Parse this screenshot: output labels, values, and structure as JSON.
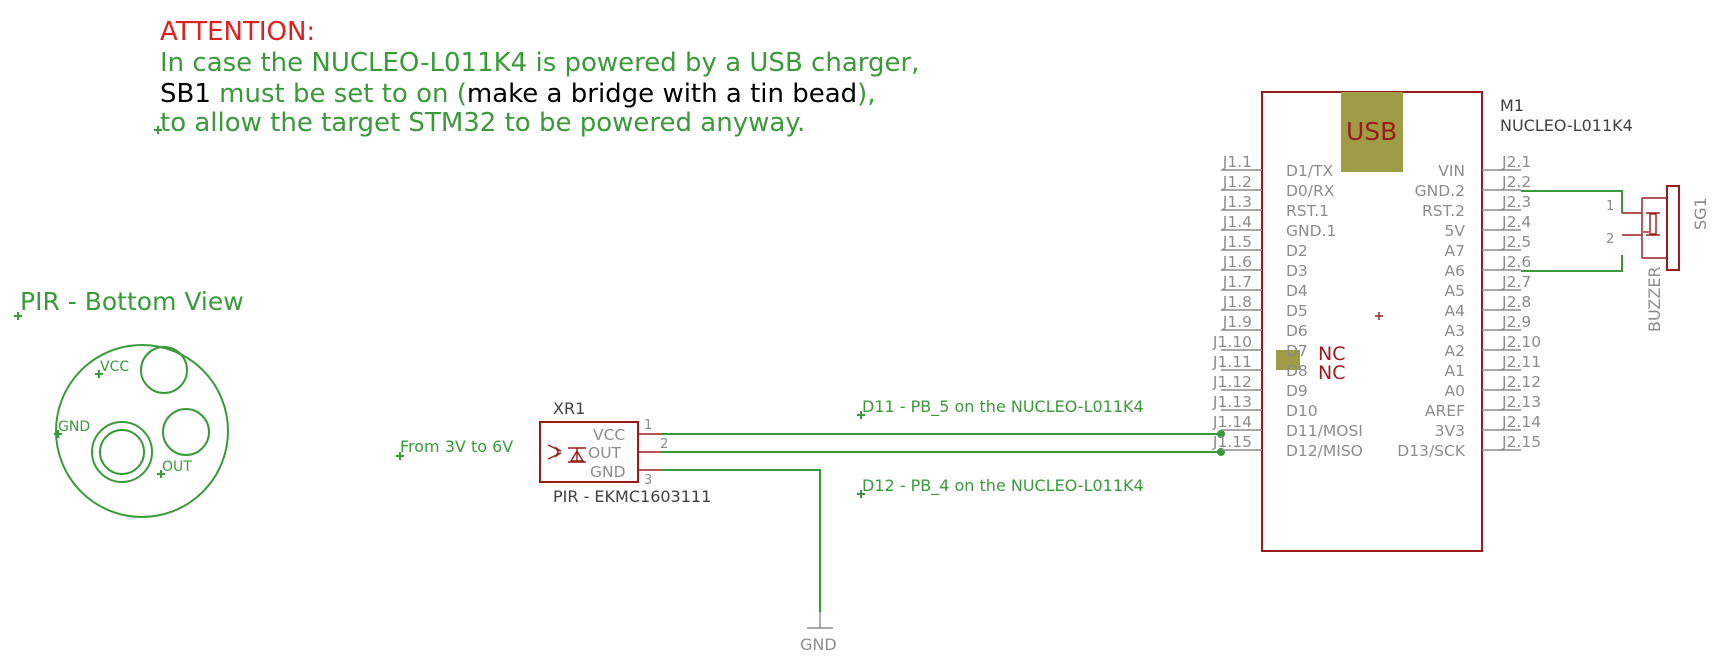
{
  "note": {
    "heading": "ATTENTION:",
    "line1": "In case the NUCLEO-L011K4 is powered by a USB charger,",
    "line2_a": "SB1",
    "line2_b": " must be set to on (",
    "line2_c": "make a bridge with a tin bead",
    "line2_d": "),",
    "line3": "to allow the target STM32 to be powered anyway."
  },
  "pir_view": {
    "title": "PIR - Bottom View",
    "vcc": "VCC",
    "gnd": "GND",
    "out": "OUT"
  },
  "pir": {
    "ref": "XR1",
    "value": "PIR - EKMC1603111",
    "supply_note": "From 3V to 6V",
    "pins": [
      {
        "name": "VCC",
        "num": "1"
      },
      {
        "name": "OUT",
        "num": "2"
      },
      {
        "name": "GND",
        "num": "3"
      }
    ]
  },
  "net_labels": {
    "d11": "D11 - PB_5 on the NUCLEO-L011K4",
    "d12": "D12 - PB_4 on the NUCLEO-L011K4",
    "gnd": "GND"
  },
  "nucleo": {
    "ref": "M1",
    "value": "NUCLEO-L011K4",
    "usb": "USB",
    "nc": "NC",
    "left": [
      {
        "pin": "J1.1",
        "name": "D1/TX"
      },
      {
        "pin": "J1.2",
        "name": "D0/RX"
      },
      {
        "pin": "J1.3",
        "name": "RST.1"
      },
      {
        "pin": "J1.4",
        "name": "GND.1"
      },
      {
        "pin": "J1.5",
        "name": "D2"
      },
      {
        "pin": "J1.6",
        "name": "D3"
      },
      {
        "pin": "J1.7",
        "name": "D4"
      },
      {
        "pin": "J1.8",
        "name": "D5"
      },
      {
        "pin": "J1.9",
        "name": "D6"
      },
      {
        "pin": "J1.10",
        "name": "D7"
      },
      {
        "pin": "J1.11",
        "name": "D8"
      },
      {
        "pin": "J1.12",
        "name": "D9"
      },
      {
        "pin": "J1.13",
        "name": "D10"
      },
      {
        "pin": "J1.14",
        "name": "D11/MOSI"
      },
      {
        "pin": "J1.15",
        "name": "D12/MISO"
      }
    ],
    "right": [
      {
        "pin": "J2.1",
        "name": "VIN"
      },
      {
        "pin": "J2.2",
        "name": "GND.2"
      },
      {
        "pin": "J2.3",
        "name": "RST.2"
      },
      {
        "pin": "J2.4",
        "name": "5V"
      },
      {
        "pin": "J2.5",
        "name": "A7"
      },
      {
        "pin": "J2.6",
        "name": "A6"
      },
      {
        "pin": "J2.7",
        "name": "A5"
      },
      {
        "pin": "J2.8",
        "name": "A4"
      },
      {
        "pin": "J2.9",
        "name": "A3"
      },
      {
        "pin": "J2.10",
        "name": "A2"
      },
      {
        "pin": "J2.11",
        "name": "A1"
      },
      {
        "pin": "J2.12",
        "name": "A0"
      },
      {
        "pin": "J2.13",
        "name": "AREF"
      },
      {
        "pin": "J2.14",
        "name": "3V3"
      },
      {
        "pin": "J2.15",
        "name": "D13/SCK"
      }
    ]
  },
  "buzzer": {
    "ref": "SG1",
    "value": "BUZZER",
    "pin1": "1",
    "pin2": "2"
  },
  "colors": {
    "wire": "#3a9a3a",
    "symbol": "#9b1b1b",
    "warning": "#e0201c",
    "pad": "#9e9d45",
    "pin_text": "#8c8c8c"
  }
}
